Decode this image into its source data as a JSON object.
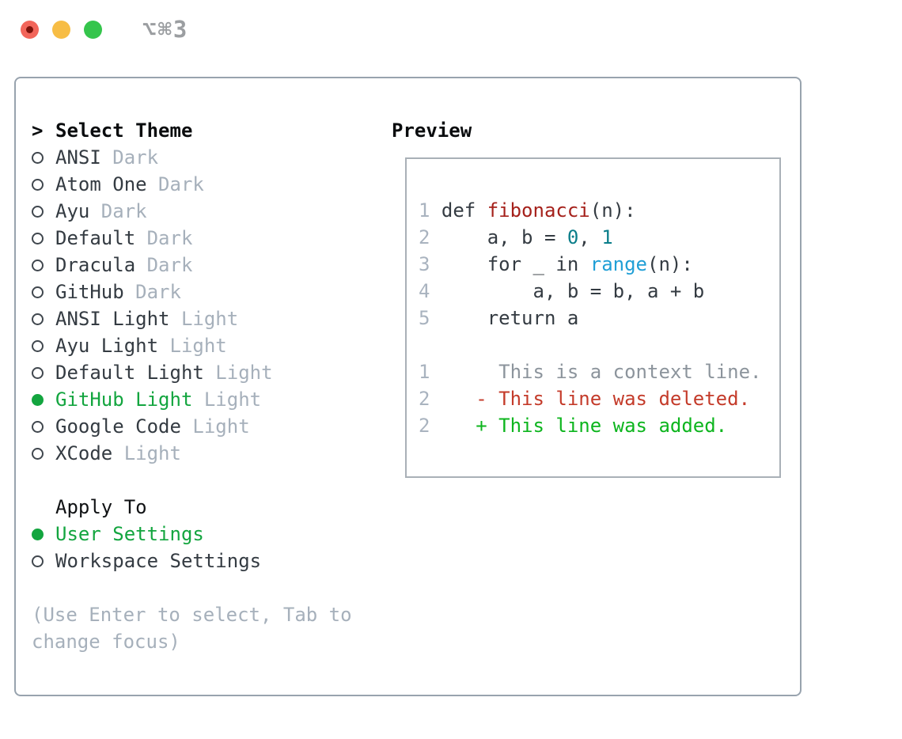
{
  "window": {
    "title": "⌥⌘3"
  },
  "colors": {
    "accent_green": "#13a53f",
    "diff_added_green": "#0db51e",
    "diff_deleted_red": "#c43b2a",
    "function_red": "#a5211b",
    "number_teal": "#0b7e8a",
    "builtin_blue": "#209fd6",
    "frame_border_gray": "#98a3ae",
    "muted_gray": "#a6b0bb",
    "traffic_red": "#f2655a",
    "traffic_yellow": "#f7bd45",
    "traffic_green": "#35c54c"
  },
  "picker": {
    "marker": ">",
    "header": "Select Theme",
    "themes": [
      {
        "name": "ANSI",
        "variant": "Dark",
        "selected": false
      },
      {
        "name": "Atom One",
        "variant": "Dark",
        "selected": false
      },
      {
        "name": "Ayu",
        "variant": "Dark",
        "selected": false
      },
      {
        "name": "Default",
        "variant": "Dark",
        "selected": false
      },
      {
        "name": "Dracula",
        "variant": "Dark",
        "selected": false
      },
      {
        "name": "GitHub",
        "variant": "Dark",
        "selected": false
      },
      {
        "name": "ANSI Light",
        "variant": "Light",
        "selected": false
      },
      {
        "name": "Ayu Light",
        "variant": "Light",
        "selected": false
      },
      {
        "name": "Default Light",
        "variant": "Light",
        "selected": false
      },
      {
        "name": "GitHub Light",
        "variant": "Light",
        "selected": true
      },
      {
        "name": "Google Code",
        "variant": "Light",
        "selected": false
      },
      {
        "name": "XCode",
        "variant": "Light",
        "selected": false
      }
    ],
    "apply_header": "Apply To",
    "apply_options": [
      {
        "label": "User Settings",
        "selected": true
      },
      {
        "label": "Workspace Settings",
        "selected": false
      }
    ],
    "hint": "(Use Enter to select, Tab to change focus)"
  },
  "preview": {
    "header": "Preview",
    "lines": [
      {
        "n": "1",
        "seg": [
          {
            "t": " def ",
            "c": "code"
          },
          {
            "t": "fibonacci",
            "c": "func"
          },
          {
            "t": "(n):",
            "c": "code"
          }
        ]
      },
      {
        "n": "2",
        "seg": [
          {
            "t": "     a, b = ",
            "c": "code"
          },
          {
            "t": "0",
            "c": "num"
          },
          {
            "t": ", ",
            "c": "code"
          },
          {
            "t": "1",
            "c": "num"
          }
        ]
      },
      {
        "n": "3",
        "seg": [
          {
            "t": "     for _ in ",
            "c": "code"
          },
          {
            "t": "range",
            "c": "builtin"
          },
          {
            "t": "(n):",
            "c": "code"
          }
        ]
      },
      {
        "n": "4",
        "seg": [
          {
            "t": "         a, b = b, a + b",
            "c": "code"
          }
        ]
      },
      {
        "n": "5",
        "seg": [
          {
            "t": "     return a",
            "c": "code"
          }
        ]
      },
      {
        "n": "",
        "seg": []
      },
      {
        "n": "1",
        "seg": [
          {
            "t": "      This is a context line.",
            "c": "ctx"
          }
        ]
      },
      {
        "n": "2",
        "seg": [
          {
            "t": "    - This line was deleted.",
            "c": "del"
          }
        ]
      },
      {
        "n": "2",
        "seg": [
          {
            "t": "    + This line was added.",
            "c": "add"
          }
        ]
      }
    ]
  }
}
